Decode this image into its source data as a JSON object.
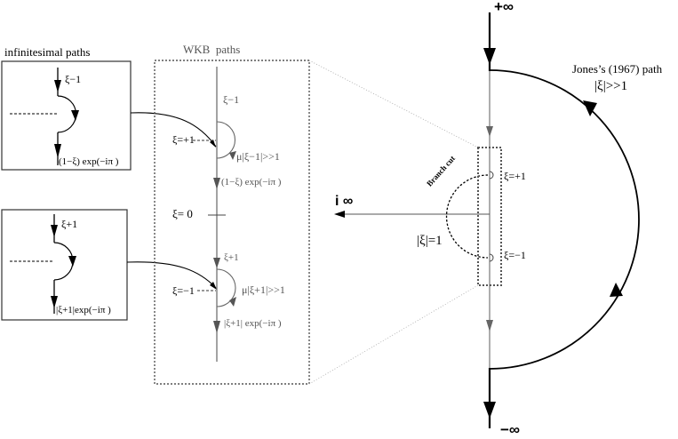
{
  "figure": {
    "description": "Integration contour diagram in the complex xi-plane showing infinitesimal paths, WKB paths and Jones's (1967) path"
  },
  "infinitesimal_panel": {
    "title": "infinitesimal paths",
    "upper_box": {
      "top_label": "ξ−1",
      "bottom_label": "(1−ξ) exp(−iπ )"
    },
    "lower_box": {
      "top_label": "ξ+1",
      "bottom_label": "|ξ+1|exp(−iπ )"
    }
  },
  "wkb_panel": {
    "title": "WKB  paths",
    "upper": {
      "top_label": "ξ−1",
      "point_label": "ξ=+1",
      "arc_label": "μ|ξ−1|>>1",
      "bottom_label": "(1−ξ) exp(−iπ )"
    },
    "origin_label": "ξ= 0",
    "lower": {
      "top_label": "ξ+1",
      "point_label": "ξ=−1",
      "arc_label": "μ|ξ+1|>>1",
      "bottom_label": "|ξ+1| exp(−iπ )"
    }
  },
  "complex_plane": {
    "top_infinity": "+∞",
    "bottom_infinity": "−∞",
    "left_infinity": "i ∞",
    "branch_cut_label": "Branch cut",
    "unit_circle_label": "|ξ|=1",
    "plus_one_label": "ξ=+1",
    "minus_one_label": "ξ=−1",
    "jones_path_label": "Jones’s (1967) path",
    "jones_condition": "|ξ|>>1"
  },
  "colors": {
    "black": "#000000",
    "gray_line": "#666666",
    "gray_text": "#555555",
    "light_dotted": "#aaaaaa"
  }
}
